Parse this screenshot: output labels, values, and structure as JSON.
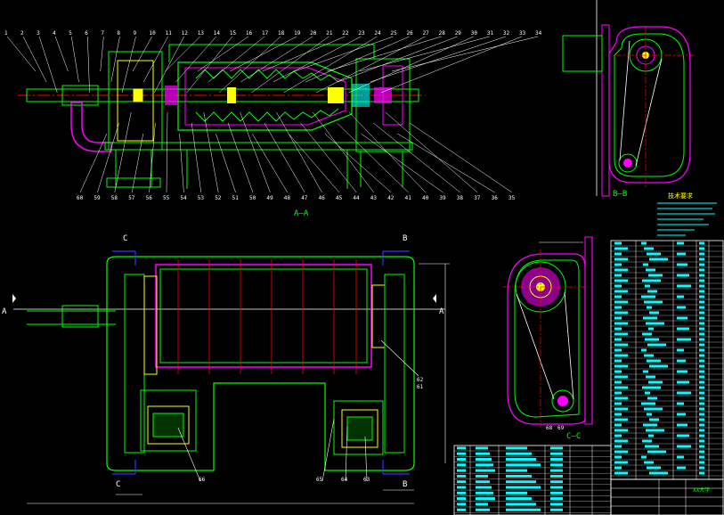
{
  "colors": {
    "background": "#000000",
    "outline": "#00ff00",
    "leader": "#ffffff",
    "center": "#ff0000",
    "accent": "#ff00ff",
    "fill": "#00ffff",
    "highlight": "#ffff00",
    "section": "#3333ff"
  },
  "top_balloons": [
    "1",
    "2",
    "3",
    "4",
    "5",
    "6",
    "7",
    "8",
    "9",
    "10",
    "11",
    "12",
    "13",
    "14",
    "15",
    "16",
    "17",
    "18",
    "19",
    "20",
    "21",
    "22",
    "23",
    "24",
    "25",
    "26",
    "27",
    "28",
    "29",
    "30",
    "31",
    "32",
    "33",
    "34"
  ],
  "bottom_balloons": [
    "60",
    "59",
    "58",
    "57",
    "56",
    "55",
    "54",
    "53",
    "52",
    "51",
    "50",
    "49",
    "48",
    "47",
    "46",
    "45",
    "44",
    "43",
    "42",
    "41",
    "40",
    "39",
    "38",
    "37",
    "36",
    "35"
  ],
  "views": {
    "section_aa": "A—A",
    "section_bb": "B—B",
    "section_cc": "C—C",
    "mark_a": "A",
    "mark_b": "B",
    "mark_c": "C"
  },
  "plan_callouts": {
    "c66": "66",
    "c65": "65",
    "c64": "64",
    "c63": "63",
    "c62": "62",
    "c61": "61",
    "c68": "68",
    "c69": "69"
  },
  "notes": {
    "title": "技术要求"
  },
  "title_block": {
    "school": "XX大学"
  }
}
